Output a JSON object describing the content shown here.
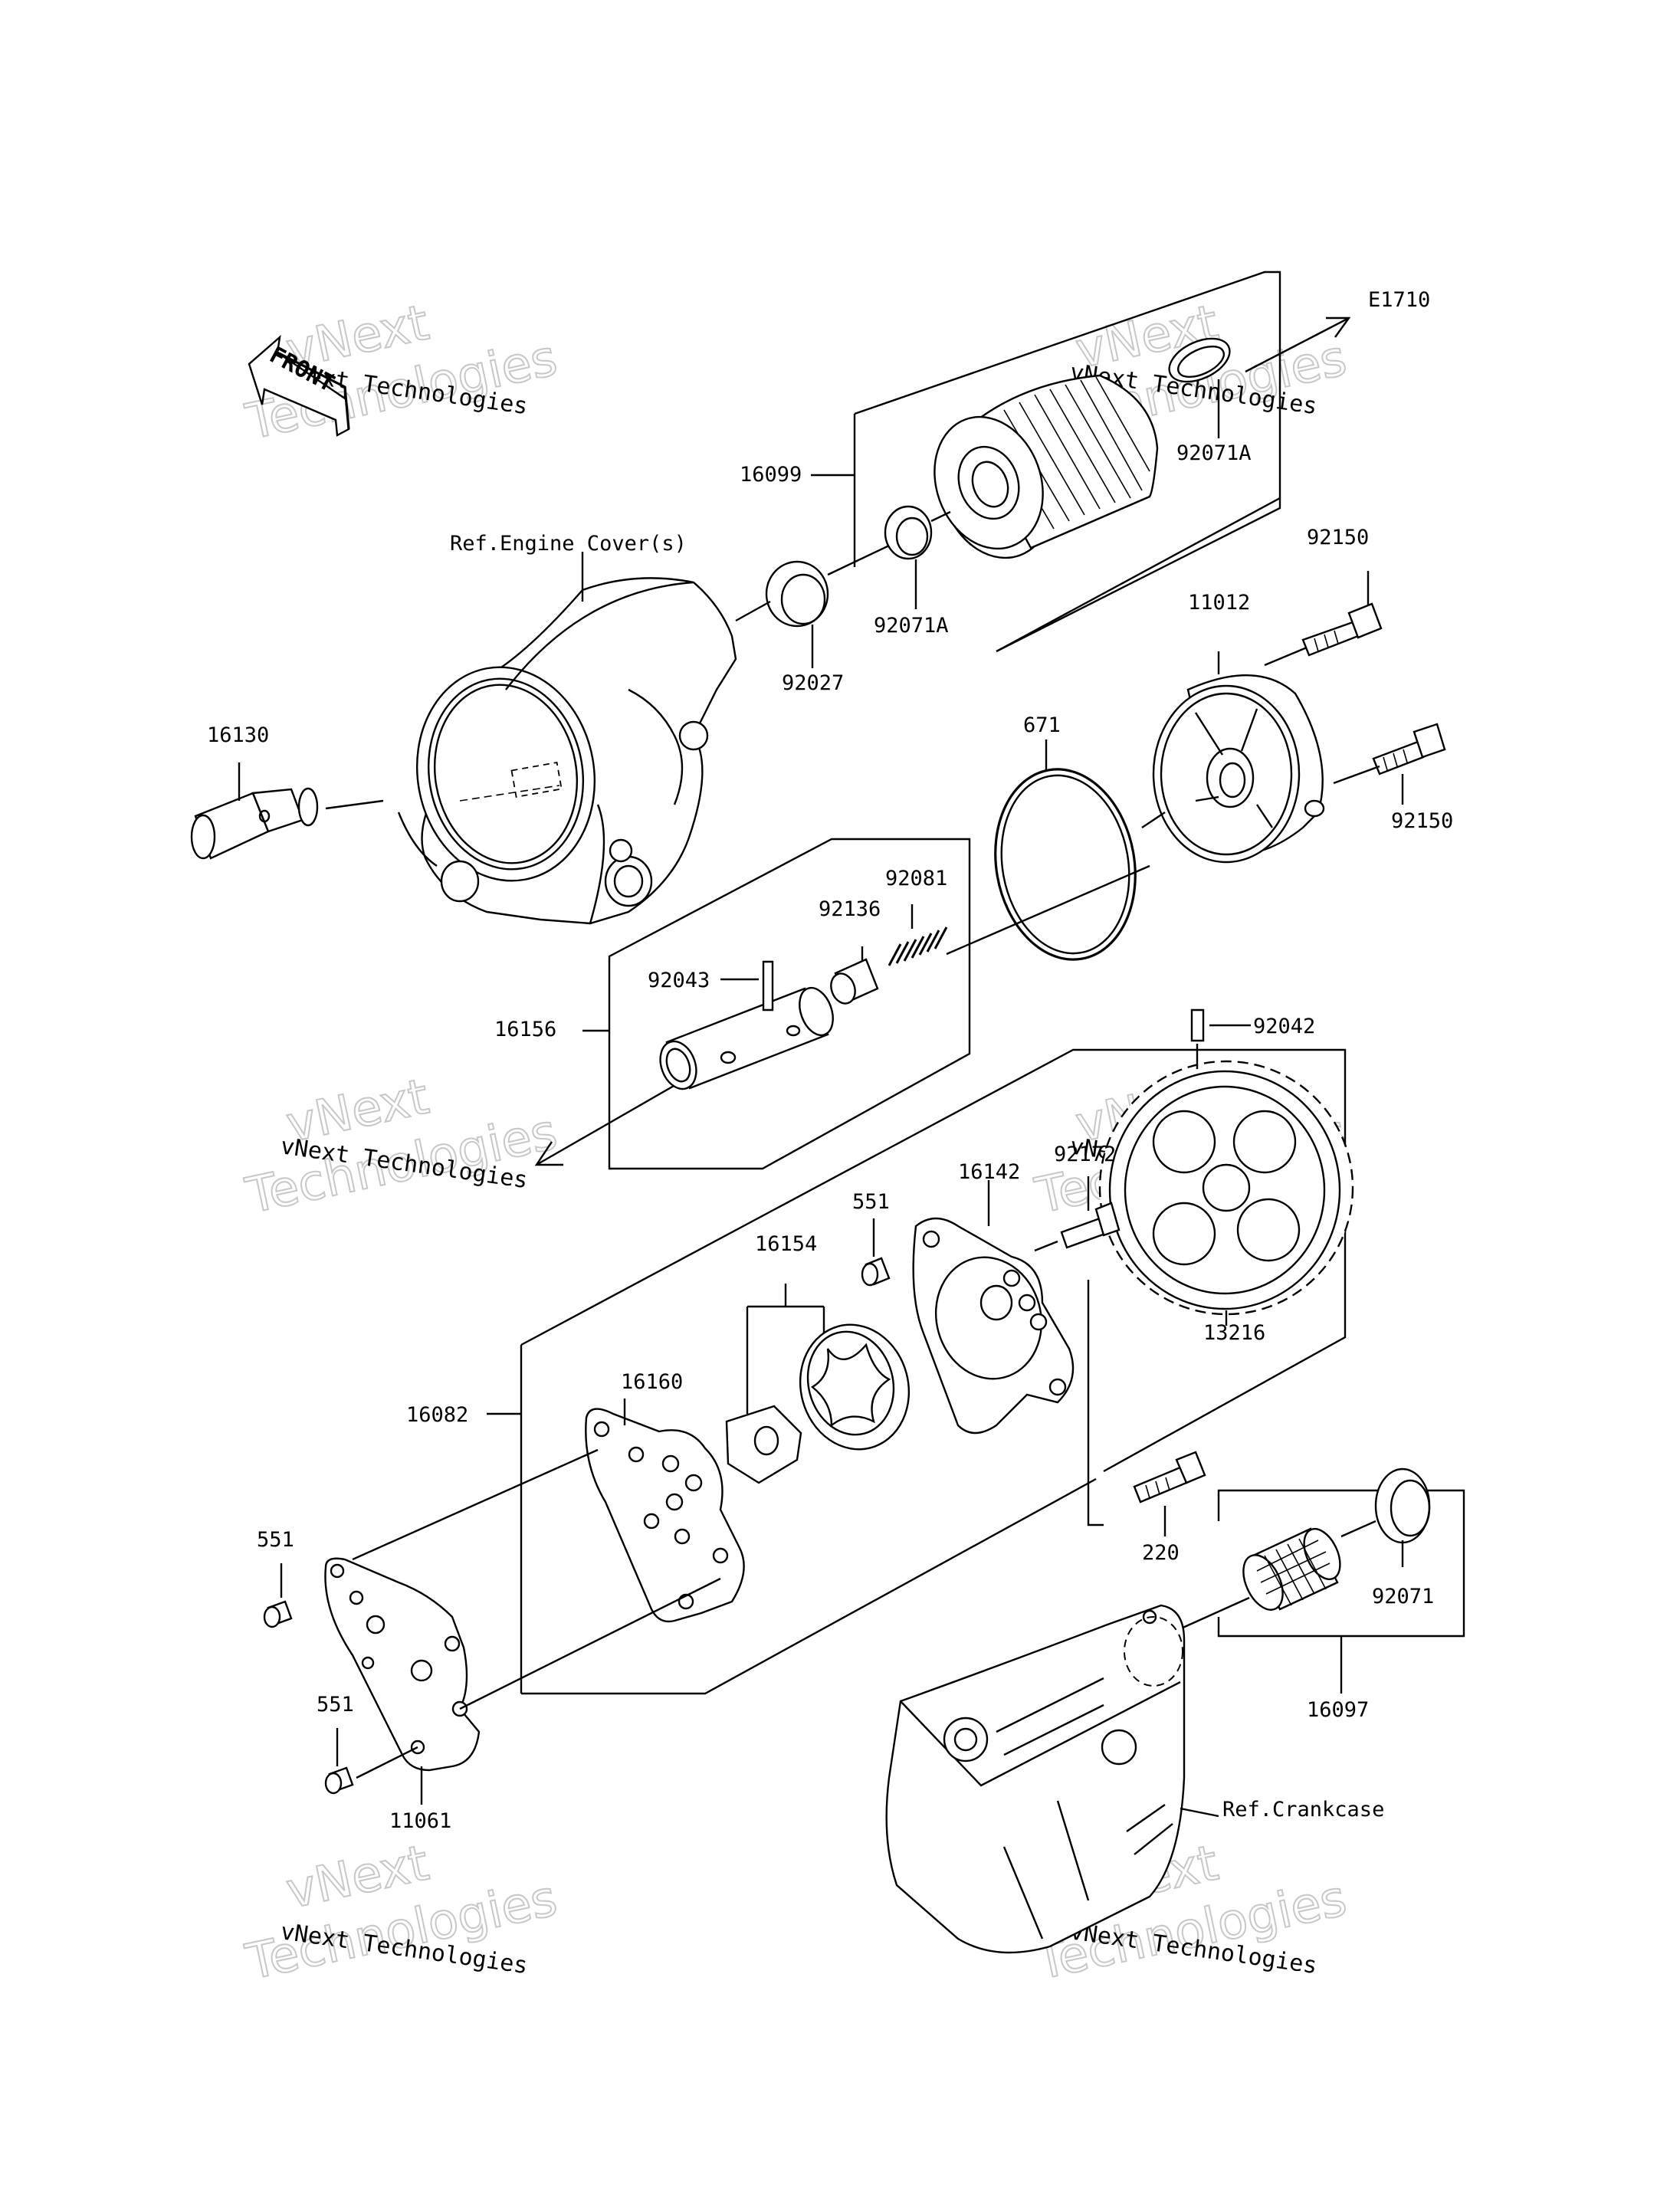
{
  "diagram_ref": "E1710",
  "front_badge": "FRONT",
  "references": {
    "engine_cover": "Ref.Engine Cover(s)",
    "crankcase": "Ref.Crankcase"
  },
  "watermark": {
    "company_small": "vNext Technologies",
    "big_line1": "vNext",
    "big_line2": "Technologies"
  },
  "parts": {
    "p16099": "16099",
    "p92071A_top": "92071A",
    "p92071A_mid": "92071A",
    "p92027": "92027",
    "p92150_top": "92150",
    "p11012": "11012",
    "p92150_mid": "92150",
    "p16130": "16130",
    "p671": "671",
    "p92081": "92081",
    "p92136": "92136",
    "p92043": "92043",
    "p16156": "16156",
    "p92042": "92042",
    "p92172": "92172",
    "p16142": "16142",
    "p551_top": "551",
    "p16154": "16154",
    "p13216": "13216",
    "p16160": "16160",
    "p16082": "16082",
    "p220": "220",
    "p92071": "92071",
    "p551_left": "551",
    "p551_bottom": "551",
    "p11061": "11061",
    "p16097": "16097"
  }
}
